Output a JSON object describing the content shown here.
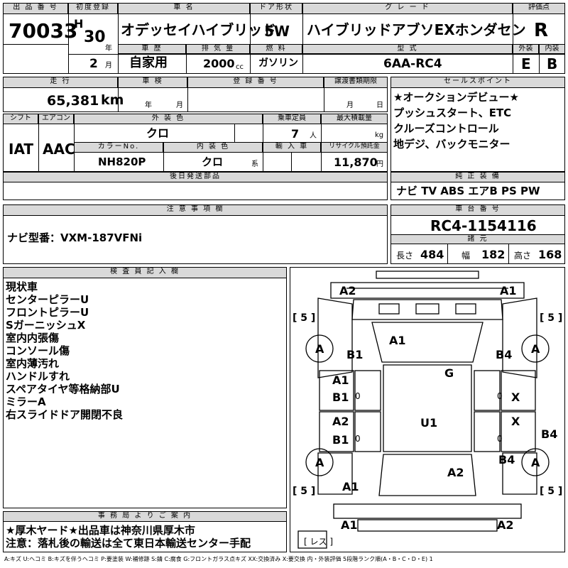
{
  "header": {
    "lot_no_label": "出 品 番 号",
    "lot_no": "70033",
    "first_reg_label": "初度登録",
    "era": "H",
    "year": "30",
    "year_unit": "年",
    "month": "2",
    "month_unit": "月",
    "car_name_label": "車 名",
    "car_name": "オデッセイハイブリッド",
    "door_label": "ドア形状",
    "door": "5W",
    "grade_label": "グ レ ー ド",
    "grade": "ハイブリッドアブソEXホンダセン",
    "score_label": "評価点",
    "score": "R",
    "history_label": "車 歴",
    "history": "自家用",
    "displacement_label": "排 気 量",
    "displacement": "2000",
    "displacement_unit": "cc",
    "fuel_label": "燃 料",
    "fuel": "ガソリン",
    "model_label": "型 式",
    "model": "6AA-RC4",
    "ext_label": "外装",
    "ext": "E",
    "int_label": "内装",
    "int": "B"
  },
  "row2": {
    "mileage_label": "走 行",
    "mileage": "65,381",
    "mileage_unit": "km",
    "inspection_label": "車 検",
    "insp_year_unit": "年",
    "insp_month_unit": "月",
    "reg_no_label": "登 録 番 号",
    "transfer_label": "譲渡書類期限",
    "transfer_month_unit": "月",
    "transfer_day_unit": "日",
    "sales_label": "セールスポイント",
    "sales_points": [
      "★オークションデビュー★",
      "プッシュスタート、ETC",
      "クルーズコントロール",
      "地デジ、バックモニター"
    ]
  },
  "row3": {
    "shift_label": "シフト",
    "shift": "IAT",
    "ac_label": "エアコン",
    "ac": "AAC",
    "ext_color_label": "外 装 色",
    "ext_color": "クロ",
    "capacity_label": "乗車定員",
    "capacity": "7",
    "capacity_unit": "人",
    "max_load_label": "最大積載量",
    "max_load_unit": "kg",
    "color_no_label": "カラーNo.",
    "color_no": "NH820P",
    "int_color_label": "内 装 色",
    "int_color": "クロ",
    "int_color_unit": "系",
    "import_label": "輸 入 車",
    "recycle_label": "リサイクル預託金",
    "recycle": "11,870",
    "recycle_unit": "円"
  },
  "later_parts_label": "後日発送部品",
  "genuine_label": "純 正 装 備",
  "genuine": "ナビ TV ABS エアB PS PW",
  "notes_label": "注 意 事 項 欄",
  "notes": "ナビ型番：VXM-187VFNi",
  "chassis_label": "車 台 番 号",
  "chassis": "RC4-1154116",
  "dims_label": "諸 元",
  "length_label": "長さ",
  "length": "484",
  "width_label": "幅",
  "width": "182",
  "height_label": "高さ",
  "height": "168",
  "inspector_label": "検 査 員 記 入 欄",
  "inspector_lines": [
    "現状車",
    "センターピラーU",
    "フロントピラーU",
    "SガーニッシュX",
    "室内内張傷",
    "コンソール傷",
    "室内薄汚れ",
    "ハンドルすれ",
    "スペアタイヤ等格納部U",
    "ミラーA",
    "右スライドドア開閉不良"
  ],
  "office_label": "事 務 局 よ り ご 案 内",
  "office_lines": [
    "★厚木ヤード★出品車は神奈川県厚木市",
    "注意：落札後の輸送は全て東日本輸送センター手配"
  ],
  "diagram": {
    "tire_depth": "5",
    "tire_spare": "レス",
    "labels": {
      "fl_corner": "A2",
      "fr_corner": "A1",
      "windshield": "A1",
      "tire_fl": "A",
      "tire_fr": "A",
      "tire_rl": "A",
      "tire_rr": "A",
      "l_fender_front": "B1",
      "r_fender_front": "B4",
      "l_door_a1": "A1",
      "l_door_b1": "B1",
      "l_door_a2": "A2",
      "l_door_b1b": "B1",
      "r_door_x1": "X",
      "r_door_x2": "X",
      "r_rear_b4": "B4",
      "r_rear_b4b": "B4",
      "roof_g": "G",
      "interior_u1": "U1",
      "rear_glass_a2": "A2",
      "l_quarter_a1": "A1",
      "rear_bumper_l": "A1",
      "rear_bumper_r": "A2",
      "pillar_mark_l1": "0",
      "pillar_mark_l2": "0",
      "pillar_mark_r1": "0",
      "pillar_mark_r2": "0"
    }
  },
  "legend": "A:キズ U:ヘコミ B:キズを伴うヘコミ P:要塗装 W:補修跡 S:錆 C:腐食 G:フロントガラス点キズ XX:交換済み X:要交換 内・外装評価 5段階ランク順(A・B・C・D・E) 1"
}
